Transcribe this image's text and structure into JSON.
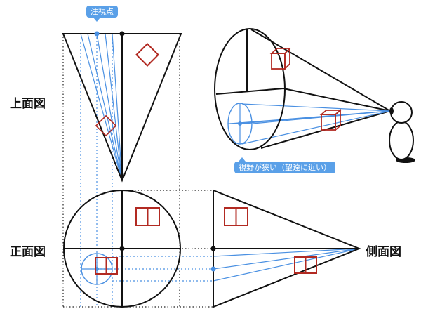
{
  "labels": {
    "top_view": "上面図",
    "front_view": "正面図",
    "side_view": "側面図",
    "focus_point": "注視点",
    "narrow_view": "視野が狭い（望遠に近い）"
  },
  "colors": {
    "outline": "#111111",
    "view_ray": "#4a90e2",
    "guide_dotted": "#222222",
    "guide_blue": "#4a90e2",
    "object": "#b22a22",
    "callout_bg": "#5aa0e8",
    "callout_text": "#ffffff"
  },
  "icons": {
    "viewer": "stick-figure-eye-icon",
    "object": "cube-icon"
  }
}
